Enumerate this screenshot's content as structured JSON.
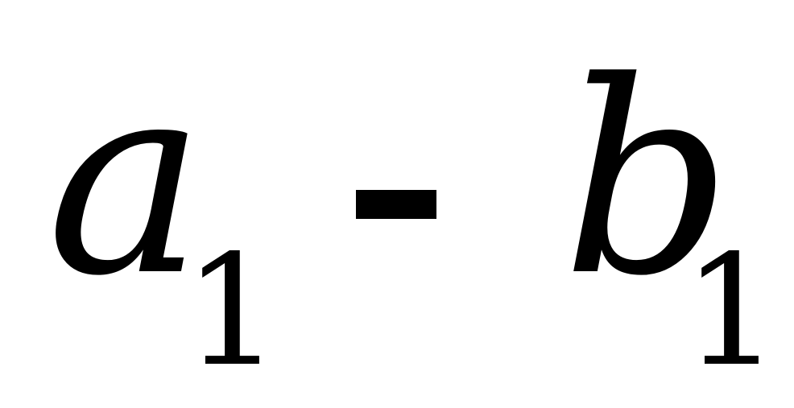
{
  "expression": {
    "term1": {
      "base": "a",
      "subscript": "1"
    },
    "operator": "-",
    "term2": {
      "base": "b",
      "subscript": "1"
    }
  }
}
